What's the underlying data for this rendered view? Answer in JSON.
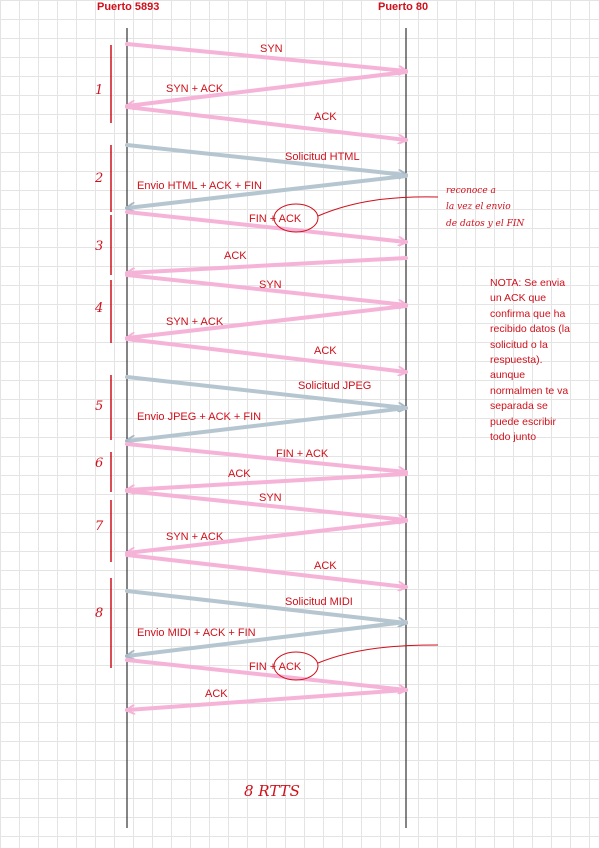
{
  "hosts": {
    "left": "Puerto 5893",
    "right": "Puerto 80"
  },
  "messages": [
    {
      "label": "SYN",
      "dir": "right",
      "kind": "control"
    },
    {
      "label": "SYN + ACK",
      "dir": "left",
      "kind": "control"
    },
    {
      "label": "ACK",
      "dir": "right",
      "kind": "control"
    },
    {
      "label": "Solicitud HTML",
      "dir": "right",
      "kind": "data"
    },
    {
      "label": "Envio HTML + ACK + FIN",
      "dir": "left",
      "kind": "data"
    },
    {
      "label": "FIN + ACK",
      "dir": "right",
      "kind": "control"
    },
    {
      "label": "ACK",
      "dir": "left",
      "kind": "control"
    },
    {
      "label": "SYN",
      "dir": "right",
      "kind": "control"
    },
    {
      "label": "SYN + ACK",
      "dir": "left",
      "kind": "control"
    },
    {
      "label": "ACK",
      "dir": "right",
      "kind": "control"
    },
    {
      "label": "Solicitud JPEG",
      "dir": "right",
      "kind": "data"
    },
    {
      "label": "Envio JPEG + ACK + FIN",
      "dir": "left",
      "kind": "data"
    },
    {
      "label": "FIN + ACK",
      "dir": "right",
      "kind": "control"
    },
    {
      "label": "ACK",
      "dir": "left",
      "kind": "control"
    },
    {
      "label": "SYN",
      "dir": "right",
      "kind": "control"
    },
    {
      "label": "SYN + ACK",
      "dir": "left",
      "kind": "control"
    },
    {
      "label": "ACK",
      "dir": "right",
      "kind": "control"
    },
    {
      "label": "Solicitud MIDI",
      "dir": "right",
      "kind": "data"
    },
    {
      "label": "Envio MIDI + ACK + FIN",
      "dir": "left",
      "kind": "data"
    },
    {
      "label": "FIN + ACK",
      "dir": "right",
      "kind": "control"
    },
    {
      "label": "ACK",
      "dir": "left",
      "kind": "control"
    }
  ],
  "rtt_markers": [
    "1",
    "2",
    "3",
    "4",
    "5",
    "6",
    "7",
    "8"
  ],
  "annotation": [
    "reconoce a",
    "la vez el envio",
    "de datos y el FIN"
  ],
  "note": "NOTA: Se envia un ACK que confirma que ha recibido datos (la solicitud o la respuesta). aunque normalmen te va separada se puede escribir todo junto",
  "summary": "8 RTTS",
  "colors": {
    "control": "#f6b3d8",
    "data": "#b6c6d0",
    "text": "#d0101b",
    "lifeline": "#333333"
  }
}
